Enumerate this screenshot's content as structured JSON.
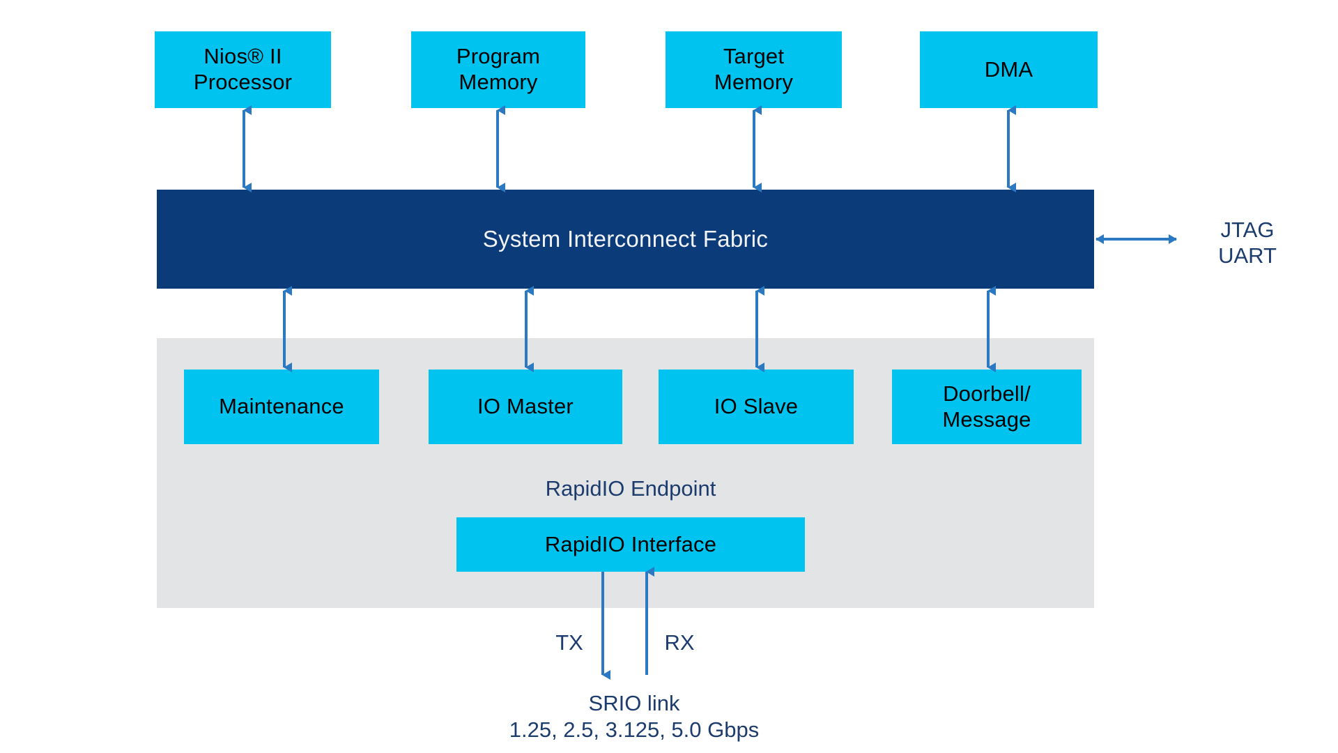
{
  "diagram": {
    "title": "RapidIO Endpoint system block diagram",
    "colors": {
      "cyan_block": "#00C3F0",
      "navy_bar": "#0B3B79",
      "grey_region": "#E3E4E6",
      "arrow_blue": "#2B79C2",
      "caption_navy": "#1D3C6E",
      "block_text": "#000000",
      "bar_text": "#F1F3F6",
      "background": "#FFFFFF"
    }
  },
  "top_blocks": [
    {
      "id": "nios2",
      "label": "Nios® II\nProcessor"
    },
    {
      "id": "program-memory",
      "label": "Program\nMemory"
    },
    {
      "id": "target-memory",
      "label": "Target\nMemory"
    },
    {
      "id": "dma",
      "label": "DMA"
    }
  ],
  "fabric": {
    "label": "System Interconnect Fabric"
  },
  "side_port": {
    "label": "JTAG\nUART"
  },
  "endpoint": {
    "label": "RapidIO Endpoint",
    "blocks": [
      {
        "id": "maintenance",
        "label": "Maintenance"
      },
      {
        "id": "io-master",
        "label": "IO Master"
      },
      {
        "id": "io-slave",
        "label": "IO Slave"
      },
      {
        "id": "doorbell-message",
        "label": "Doorbell/\nMessage"
      }
    ],
    "interface": {
      "id": "rapidio-interface",
      "label": "RapidIO Interface"
    }
  },
  "link": {
    "tx_label": "TX",
    "rx_label": "RX",
    "name": "SRIO link",
    "rates": "1.25, 2.5, 3.125, 5.0 Gbps"
  }
}
